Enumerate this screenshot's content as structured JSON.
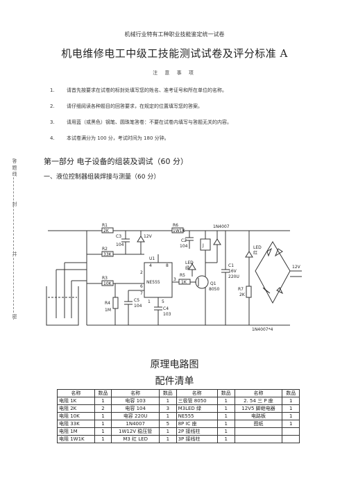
{
  "header": "机械行业特有工种职业技能鉴定统一试卷",
  "title": "机电维修电工中级工技能测试试卷及评分标准 A",
  "notice_title": "注 意 事 项",
  "rules": [
    {
      "n": "1.",
      "text": "请首先按要求在试卷的标封处填写您的姓名、准考证号和所在单位的名称。"
    },
    {
      "n": "2.",
      "text": "请仔细阅读各种题目的回答要求，在规定的位置填写您的答案。"
    },
    {
      "n": "3.",
      "text": "请用蓝（或黑色）钢笔、圆珠笔答卷：不要在试卷内填写与答题无关的内容。"
    },
    {
      "n": "4.",
      "text": "本试卷满分为 100 分，考试时间为 180 分钟。"
    }
  ],
  "part_title": "第一部分  电子设备的组装及调试（60 分）",
  "section_title": "一、液位控制器组装焊接与测量（60 分）",
  "side_labels": [
    "答 题 线",
    "封",
    "并",
    "密"
  ],
  "circuit": {
    "labels": {
      "R1": "R1",
      "R1v": "2K",
      "C3": "C3",
      "C3v": "104",
      "v12": "12V",
      "R6": "R6",
      "R6v": "1W1K",
      "D": "1N4007",
      "C2": "C2",
      "C2v": "104",
      "J": "J",
      "R2": "R2",
      "R2v": "33K",
      "U1": "U1",
      "p4": "4",
      "p8": "8",
      "LED": "LED",
      "LEDc": "绿",
      "LED2": "LED",
      "LED2c": "红",
      "R3": "R3",
      "R3v": "10K",
      "ne": "NE555",
      "R5": "R5",
      "R5v": "1K",
      "p2": "2",
      "p6": "6",
      "p7": "7",
      "p3": "3",
      "p1": "1",
      "p5": "5",
      "Q1": "Q1",
      "Q1v": "8050",
      "C1": "C1",
      "C1v": "16V",
      "C1c": "220U",
      "R7": "R7",
      "R7v": "2K",
      "R4": "R4",
      "R4v": "1M",
      "C5": "C5",
      "C5v": "104",
      "C4": "C4",
      "C4v": "103",
      "vout": "12V",
      "bridge": "1N4007*4"
    }
  },
  "diagram_caption": "原理电路图",
  "table_caption": "配件清单",
  "table": {
    "headers": [
      "名称",
      "数品",
      "名称",
      "数品",
      "名称",
      "数品",
      "名称",
      "数品"
    ],
    "rows": [
      [
        "电阻 1K",
        "1",
        "电容 103",
        "1",
        "三极管 8050",
        "1",
        "2. 54 三 P 座",
        "1"
      ],
      [
        "电阻 2K",
        "2",
        "电容 104",
        "3",
        "M3LED 绿",
        "1",
        "12V5 脚继电器",
        "1"
      ],
      [
        "电阻 10K",
        "1",
        "电容 220U",
        "1",
        "NE555",
        "1",
        "电路板",
        "1"
      ],
      [
        "电阻 33K",
        "1",
        "1N4007",
        "5",
        "8P IC 座",
        "1",
        "图纸",
        "1"
      ],
      [
        "电阻 1M",
        "1",
        "1W12V 稳压管",
        "1",
        "2P 接线柱",
        "1",
        "",
        ""
      ],
      [
        "电阻 1W1K",
        "1",
        "M3 红 LED",
        "1",
        "3P 接线柱",
        "1",
        "",
        ""
      ]
    ]
  }
}
